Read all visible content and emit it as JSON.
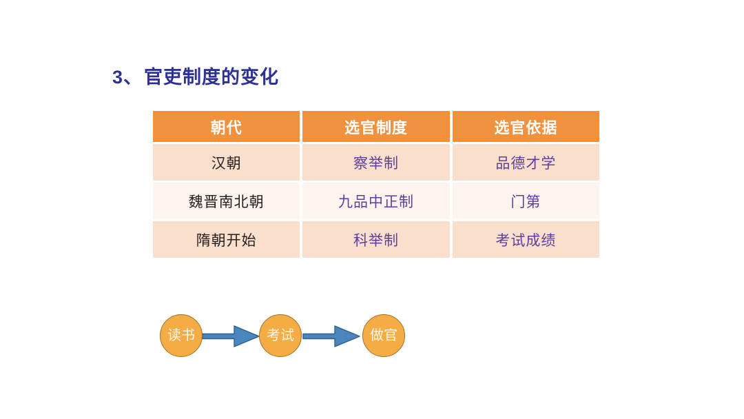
{
  "slide": {
    "background_color": "#ffffff",
    "title": {
      "number": "3、",
      "text": "官吏制度的变化",
      "color": "#2e3192"
    }
  },
  "table": {
    "header_bg": "#f0913e",
    "header_text_color": "#ffffff",
    "row_band_dark": "#fbdfcd",
    "row_band_light": "#fdf3ef",
    "accent_text_color": "#5b3e9e",
    "columns": [
      "朝代",
      "选官制度",
      "选官依据"
    ],
    "rows": [
      {
        "dynasty": "汉朝",
        "system": "察举制",
        "basis": "品德才学"
      },
      {
        "dynasty": "魏晋南北朝",
        "system": "九品中正制",
        "basis": "门第"
      },
      {
        "dynasty": "隋朝开始",
        "system": "科举制",
        "basis": "考试成绩"
      }
    ]
  },
  "flow": {
    "node_fill": "#f6ac45",
    "node_border": "#9c7228",
    "node_text_color": "#fdf6ea",
    "arrow_fill": "#4a86bd",
    "arrow_stroke": "#2e5d88",
    "nodes": [
      "读书",
      "考试",
      "做官"
    ],
    "arrows": [
      "arrow-right-icon",
      "arrow-right-icon"
    ]
  }
}
